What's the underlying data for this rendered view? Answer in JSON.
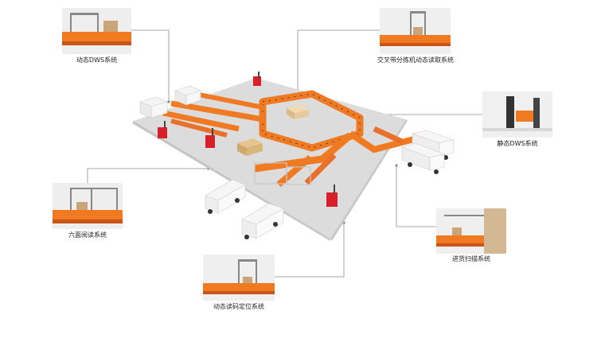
{
  "colors": {
    "conveyor": "#f07a22",
    "conveyor_dark": "#c9551a",
    "floor": "#d9d9d9",
    "floor_edge": "#c4c4c4",
    "forklift": "#d8202a",
    "truck": "#f4f4f4",
    "callout": "#8a8a8a"
  },
  "modules": [
    {
      "id": "dynamic-dws",
      "label": "动态DWS系统",
      "icon": "dws-scanner-icon"
    },
    {
      "id": "cross-belt-reading",
      "label": "交叉带分拣机动态读取系统",
      "icon": "cross-belt-icon"
    },
    {
      "id": "static-dws",
      "label": "静态DWS系统",
      "icon": "static-dws-icon"
    },
    {
      "id": "six-side-reading",
      "label": "六面阅读系统",
      "icon": "six-side-reader-icon"
    },
    {
      "id": "inbound-scanning",
      "label": "进货扫描系统",
      "icon": "inbound-scanner-icon"
    },
    {
      "id": "dynamic-code-positioning",
      "label": "动态读码定位系统",
      "icon": "code-positioning-icon"
    }
  ]
}
